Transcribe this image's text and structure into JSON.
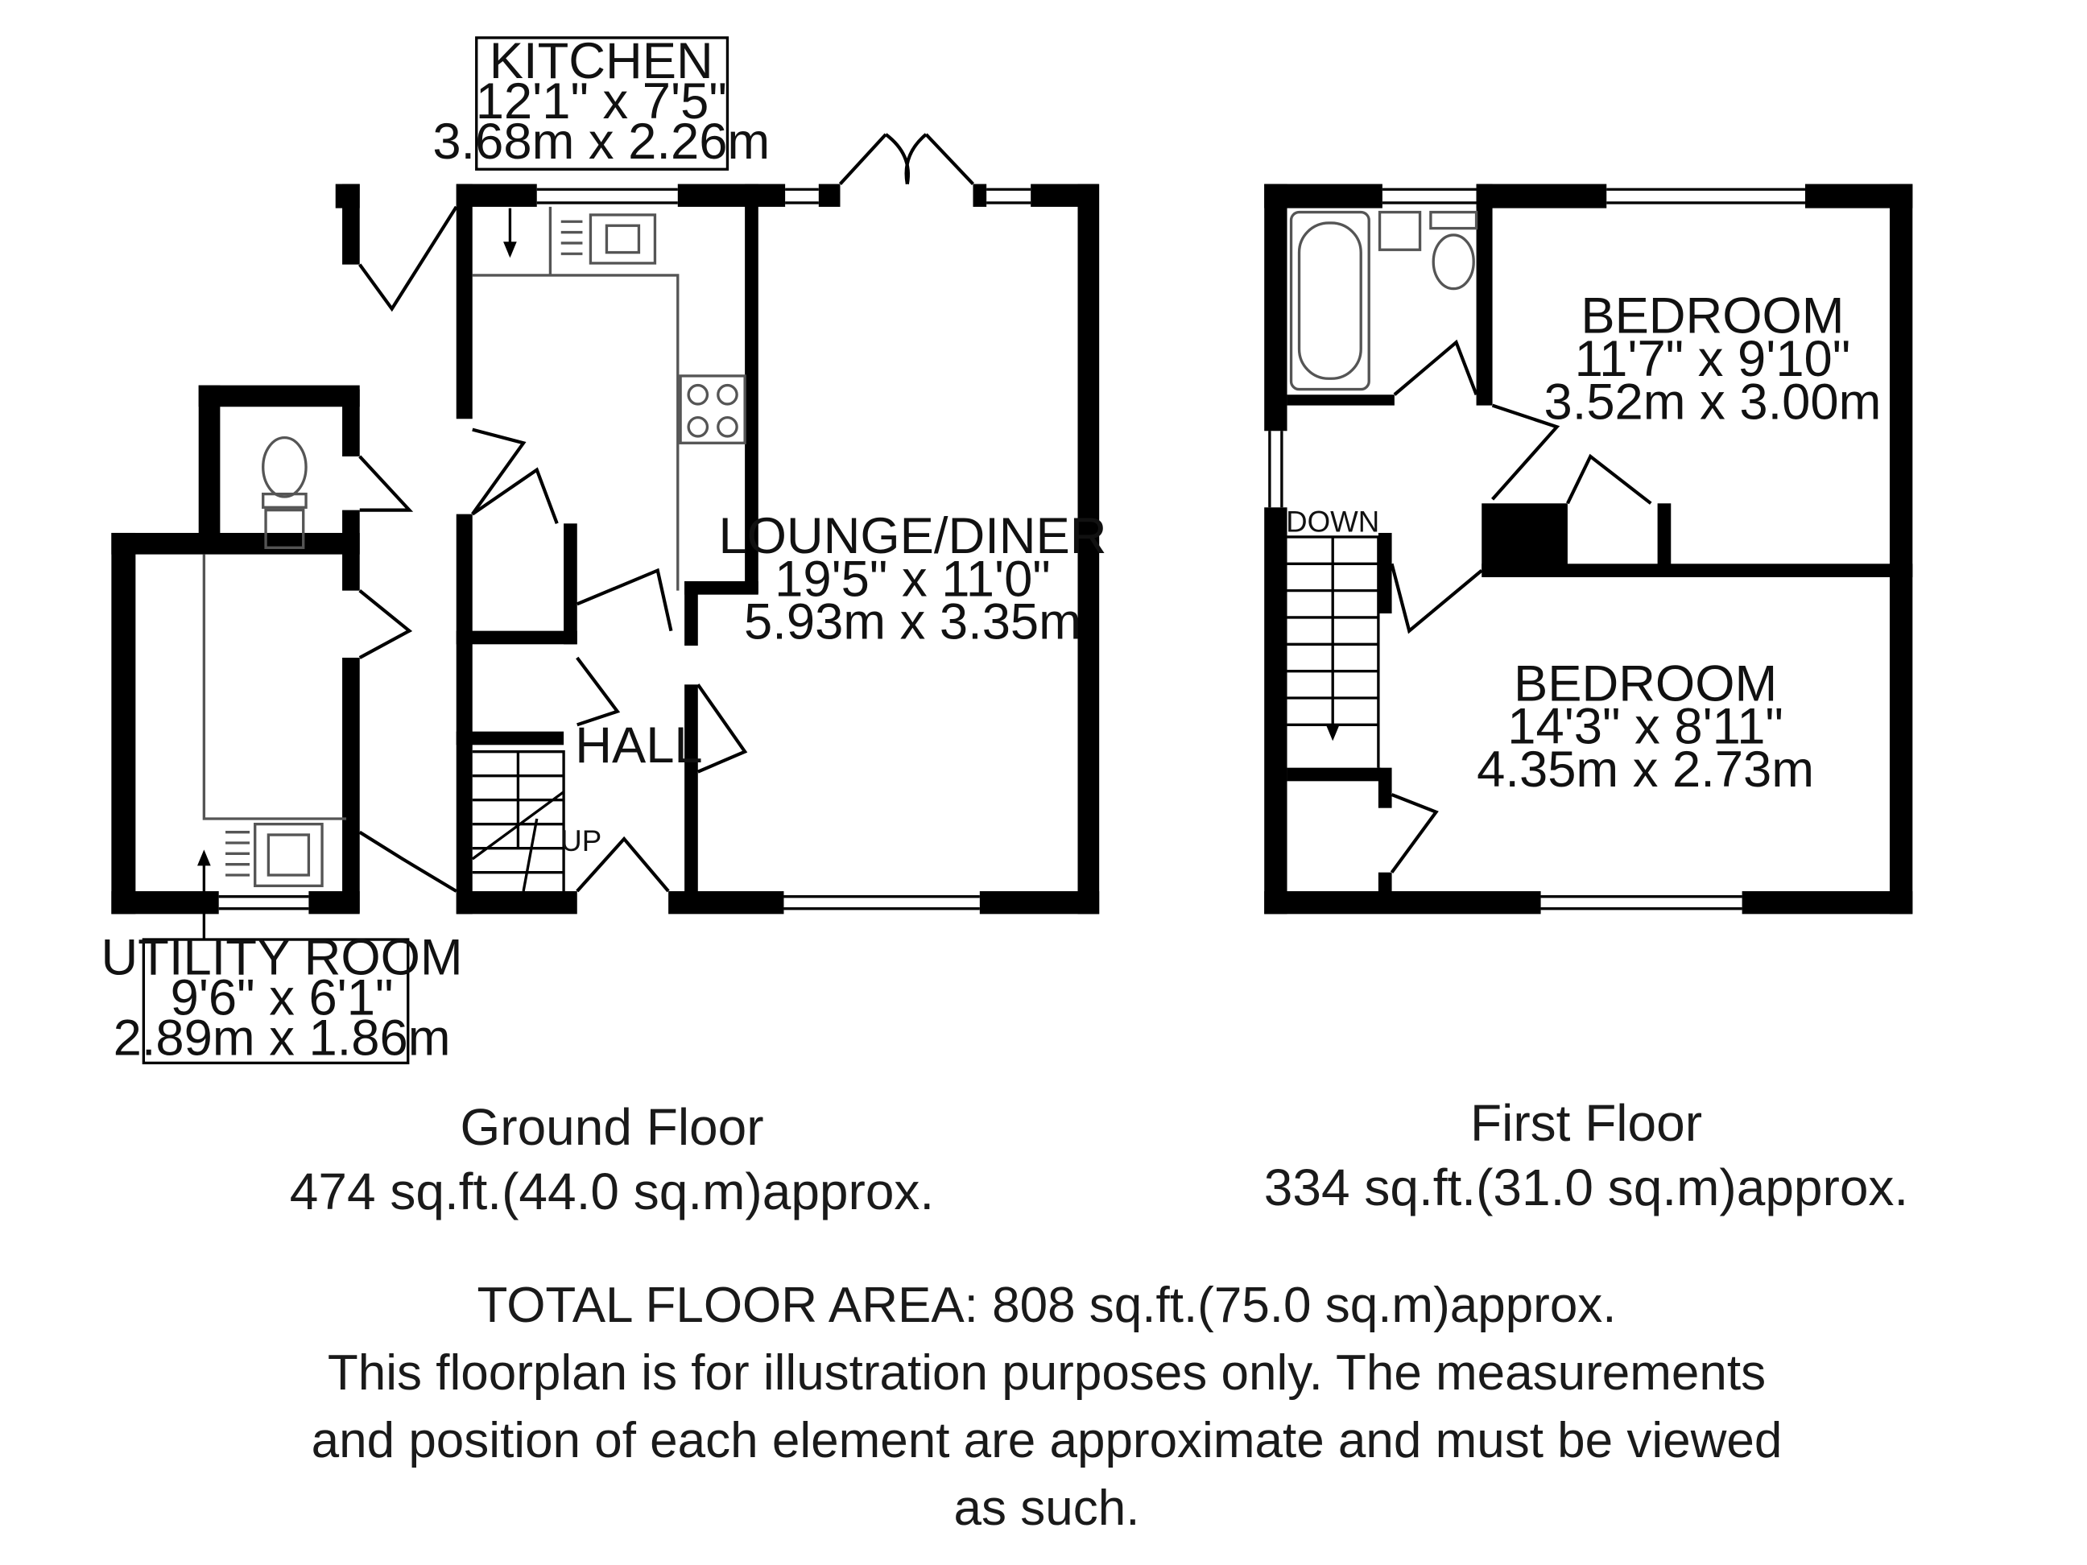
{
  "ground_floor": {
    "name": "Ground Floor",
    "area": "474 sq.ft.(44.0 sq.m)approx.",
    "rooms": {
      "kitchen": {
        "name": "KITCHEN",
        "imperial": "12'1\" x 7'5\"",
        "metric": "3.68m x 2.26m"
      },
      "lounge": {
        "name": "LOUNGE/DINER",
        "imperial": "19'5\" x 11'0\"",
        "metric": "5.93m x 3.35m"
      },
      "hall": {
        "name": "HALL"
      },
      "utility": {
        "name": "UTILITY ROOM",
        "imperial": "9'6\" x 6'1\"",
        "metric": "2.89m x 1.86m"
      }
    },
    "stairs_label": "UP"
  },
  "first_floor": {
    "name": "First Floor",
    "area": "334 sq.ft.(31.0 sq.m)approx.",
    "rooms": {
      "bedroom1": {
        "name": "BEDROOM",
        "imperial": "11'7\" x 9'10\"",
        "metric": "3.52m x 3.00m"
      },
      "bedroom2": {
        "name": "BEDROOM",
        "imperial": "14'3\" x 8'11\"",
        "metric": "4.35m x 2.73m"
      }
    },
    "stairs_label": "DOWN"
  },
  "footer": {
    "total": "TOTAL FLOOR AREA: 808 sq.ft.(75.0 sq.m)approx.",
    "disclaimer_lines": [
      "This floorplan is for illustration purposes only. The measurements",
      "and position of each element are approximate and must be viewed",
      "as such."
    ]
  }
}
